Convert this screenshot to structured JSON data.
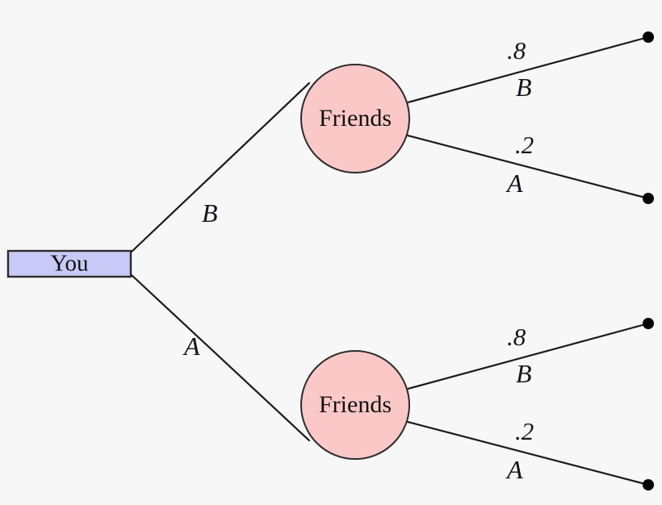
{
  "diagram": {
    "type": "extensive-form-game-tree",
    "background_color": "#f7f7f7",
    "edge_color": "#1a1a1a",
    "decision_node_fill": "#c9c9f7",
    "chance_node_fill": "#fbc8c8",
    "terminal_node_fill": "#000000"
  },
  "nodes": {
    "root": {
      "label": "You",
      "shape": "rectangle",
      "kind": "decision"
    },
    "chance_upper": {
      "label": "Friends",
      "shape": "circle",
      "kind": "chance"
    },
    "chance_lower": {
      "label": "Friends",
      "shape": "circle",
      "kind": "chance"
    }
  },
  "edges": {
    "root_upper": {
      "action": "B"
    },
    "root_lower": {
      "action": "A"
    },
    "upper_top": {
      "probability": ".8",
      "action": "B"
    },
    "upper_bottom": {
      "probability": ".2",
      "action": "A"
    },
    "lower_top": {
      "probability": ".8",
      "action": "B"
    },
    "lower_bottom": {
      "probability": ".2",
      "action": "A"
    }
  },
  "terminals": [
    {
      "id": "t1"
    },
    {
      "id": "t2"
    },
    {
      "id": "t3"
    },
    {
      "id": "t4"
    }
  ]
}
